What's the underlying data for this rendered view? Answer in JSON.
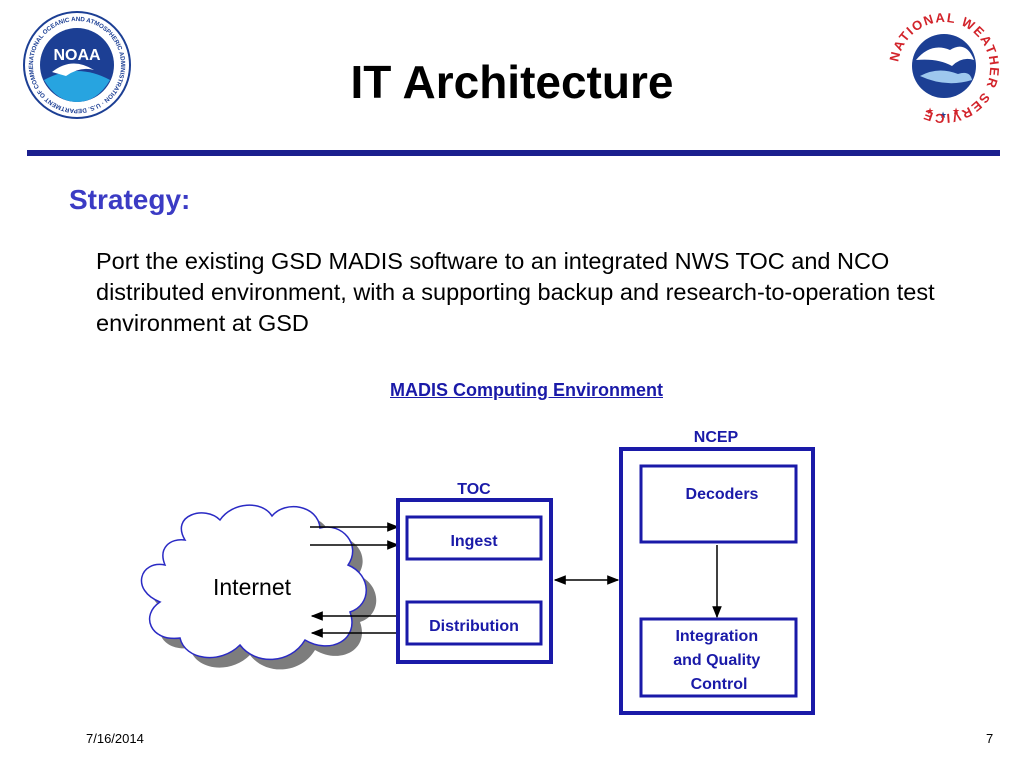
{
  "slide": {
    "title": "IT Architecture",
    "section_heading": "Strategy:",
    "body": "Port the existing GSD MADIS software to an integrated NWS TOC and NCO distributed environment, with a supporting backup and research-to-operation test environment at GSD",
    "footer_date": "7/16/2014",
    "footer_page": "7"
  },
  "logos": {
    "noaa": {
      "center_text": "NOAA",
      "ring_text": "NATIONAL OCEANIC AND ATMOSPHERIC ADMINISTRATION · U.S. DEPARTMENT OF COMMERCE"
    },
    "nws": {
      "ring_text": "NATIONAL WEATHER SERVICE"
    }
  },
  "diagram": {
    "title": "MADIS Computing Environment",
    "cloud_label": "Internet",
    "toc": {
      "label": "TOC",
      "ingest": "Ingest",
      "distribution": "Distribution"
    },
    "ncep": {
      "label": "NCEP",
      "decoders": "Decoders",
      "integration": "Integration and Quality Control",
      "integration_lines": [
        "Integration",
        "and Quality",
        "Control"
      ]
    }
  },
  "colors": {
    "accent_blue": "#1a1aa8",
    "heading_blue": "#3b3bc4",
    "rule_navy": "#1b1f8e",
    "nws_red": "#d2232a"
  }
}
